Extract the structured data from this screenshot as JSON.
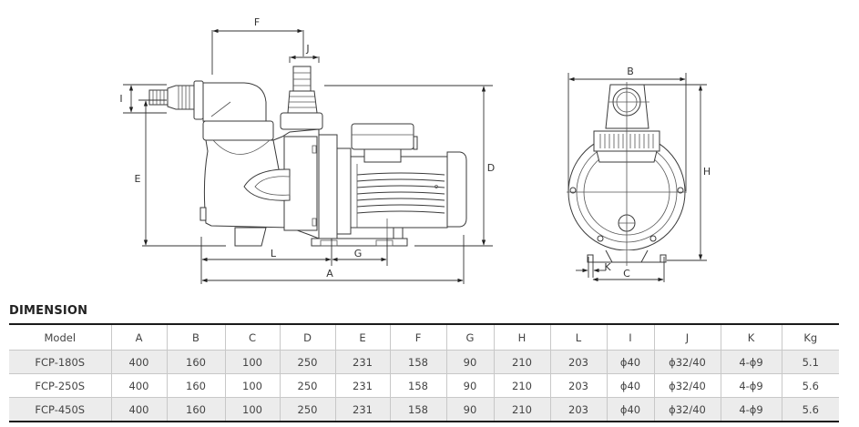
{
  "side_view": {
    "dimension_labels": {
      "F": "F",
      "J": "J",
      "I": "I",
      "E": "E",
      "D": "D",
      "L": "L",
      "G": "G",
      "A": "A"
    }
  },
  "front_view": {
    "dimension_labels": {
      "B": "B",
      "H": "H",
      "K": "K",
      "C": "C"
    }
  },
  "section_title": "DIMENSION",
  "table": {
    "columns": [
      "Model",
      "A",
      "B",
      "C",
      "D",
      "E",
      "F",
      "G",
      "H",
      "L",
      "I",
      "J",
      "K",
      "Kg"
    ],
    "rows": [
      [
        "FCP-180S",
        "400",
        "160",
        "100",
        "250",
        "231",
        "158",
        "90",
        "210",
        "203",
        "ϕ40",
        "ϕ32/40",
        "4-ϕ9",
        "5.1"
      ],
      [
        "FCP-250S",
        "400",
        "160",
        "100",
        "250",
        "231",
        "158",
        "90",
        "210",
        "203",
        "ϕ40",
        "ϕ32/40",
        "4-ϕ9",
        "5.6"
      ],
      [
        "FCP-450S",
        "400",
        "160",
        "100",
        "250",
        "231",
        "158",
        "90",
        "210",
        "203",
        "ϕ40",
        "ϕ32/40",
        "4-ϕ9",
        "5.6"
      ]
    ]
  }
}
